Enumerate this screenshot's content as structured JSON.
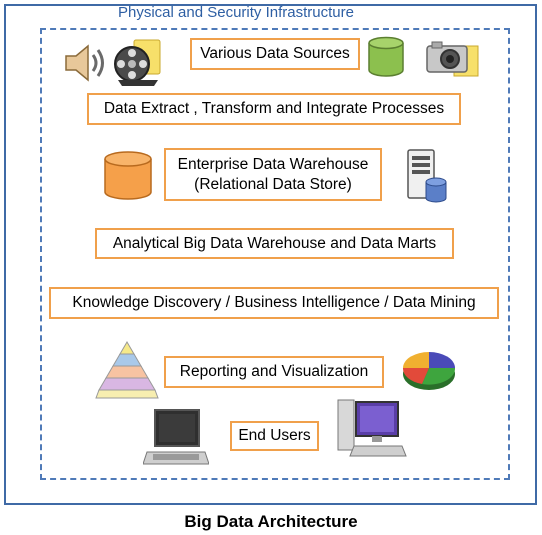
{
  "outer_title": "Physical and Security Infrastructure",
  "boxes": {
    "sources": "Various Data Sources",
    "etl": "Data Extract , Transform and Integrate Processes",
    "edw_line1": "Enterprise Data Warehouse",
    "edw_line2": "(Relational Data Store)",
    "analytical": "Analytical Big Data Warehouse and Data Marts",
    "knowledge": "Knowledge Discovery / Business Intelligence / Data Mining",
    "reporting": "Reporting and Visualization",
    "endusers": "End Users"
  },
  "caption": "Big Data Architecture",
  "colors": {
    "box_border": "#f0a04b",
    "frame": "#3f6aa6",
    "dashed": "#4f7ab8",
    "green_cylinder": "#8cc04e",
    "orange_cylinder": "#f5a04a"
  }
}
